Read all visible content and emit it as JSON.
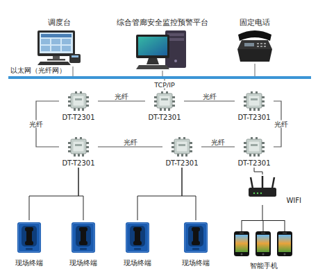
{
  "diagram": {
    "nodes": [
      {
        "text": [
          "调度台"
        ]
      },
      {
        "text": [
          "综合管廊安全监控预警平台"
        ]
      },
      {
        "text": [
          "固定电话"
        ]
      },
      {
        "text": [
          "以太网（光纤网）"
        ]
      },
      {
        "text": [
          "DT-T2301"
        ]
      },
      {
        "text": [
          "DT-T2301"
        ]
      },
      {
        "text": [
          "DT-T2301"
        ]
      },
      {
        "text": [
          "DT-T2301"
        ]
      },
      {
        "text": [
          "DT-T2301"
        ]
      },
      {
        "text": [
          "DT-T2301"
        ]
      },
      {
        "text": [
          "WIFI"
        ]
      },
      {
        "text": [
          "现场终端"
        ]
      },
      {
        "text": [
          "现场终端"
        ]
      },
      {
        "text": [
          "现场终端"
        ]
      },
      {
        "text": [
          "现场终端"
        ]
      },
      {
        "text": [
          "智能手机"
        ]
      }
    ],
    "edges": [
      {
        "from": 0,
        "to": 3,
        "arrow": "none"
      },
      {
        "from": 1,
        "to": 3,
        "arrow": "none"
      },
      {
        "from": 2,
        "to": 3,
        "arrow": "none"
      },
      {
        "from": 3,
        "to": 5,
        "label": "TCP/IP",
        "arrow": "none"
      },
      {
        "from": 4,
        "to": 5,
        "label": "光纤",
        "arrow": "none"
      },
      {
        "from": 5,
        "to": 6,
        "label": "光纤",
        "arrow": "none"
      },
      {
        "from": 6,
        "to": 9,
        "label": "光纤",
        "arrow": "none"
      },
      {
        "from": 9,
        "to": 8,
        "label": "光纤",
        "arrow": "none"
      },
      {
        "from": 8,
        "to": 7,
        "label": "光纤",
        "arrow": "none"
      },
      {
        "from": 7,
        "to": 4,
        "label": "光纤",
        "arrow": "none"
      },
      {
        "from": 7,
        "to": 11,
        "arrow": "none"
      },
      {
        "from": 7,
        "to": 12,
        "arrow": "none"
      },
      {
        "from": 8,
        "to": 13,
        "arrow": "none"
      },
      {
        "from": 8,
        "to": 14,
        "arrow": "none"
      },
      {
        "from": 9,
        "to": 10,
        "arrow": "none"
      },
      {
        "from": 10,
        "to": 15,
        "arrow": "none"
      }
    ]
  }
}
